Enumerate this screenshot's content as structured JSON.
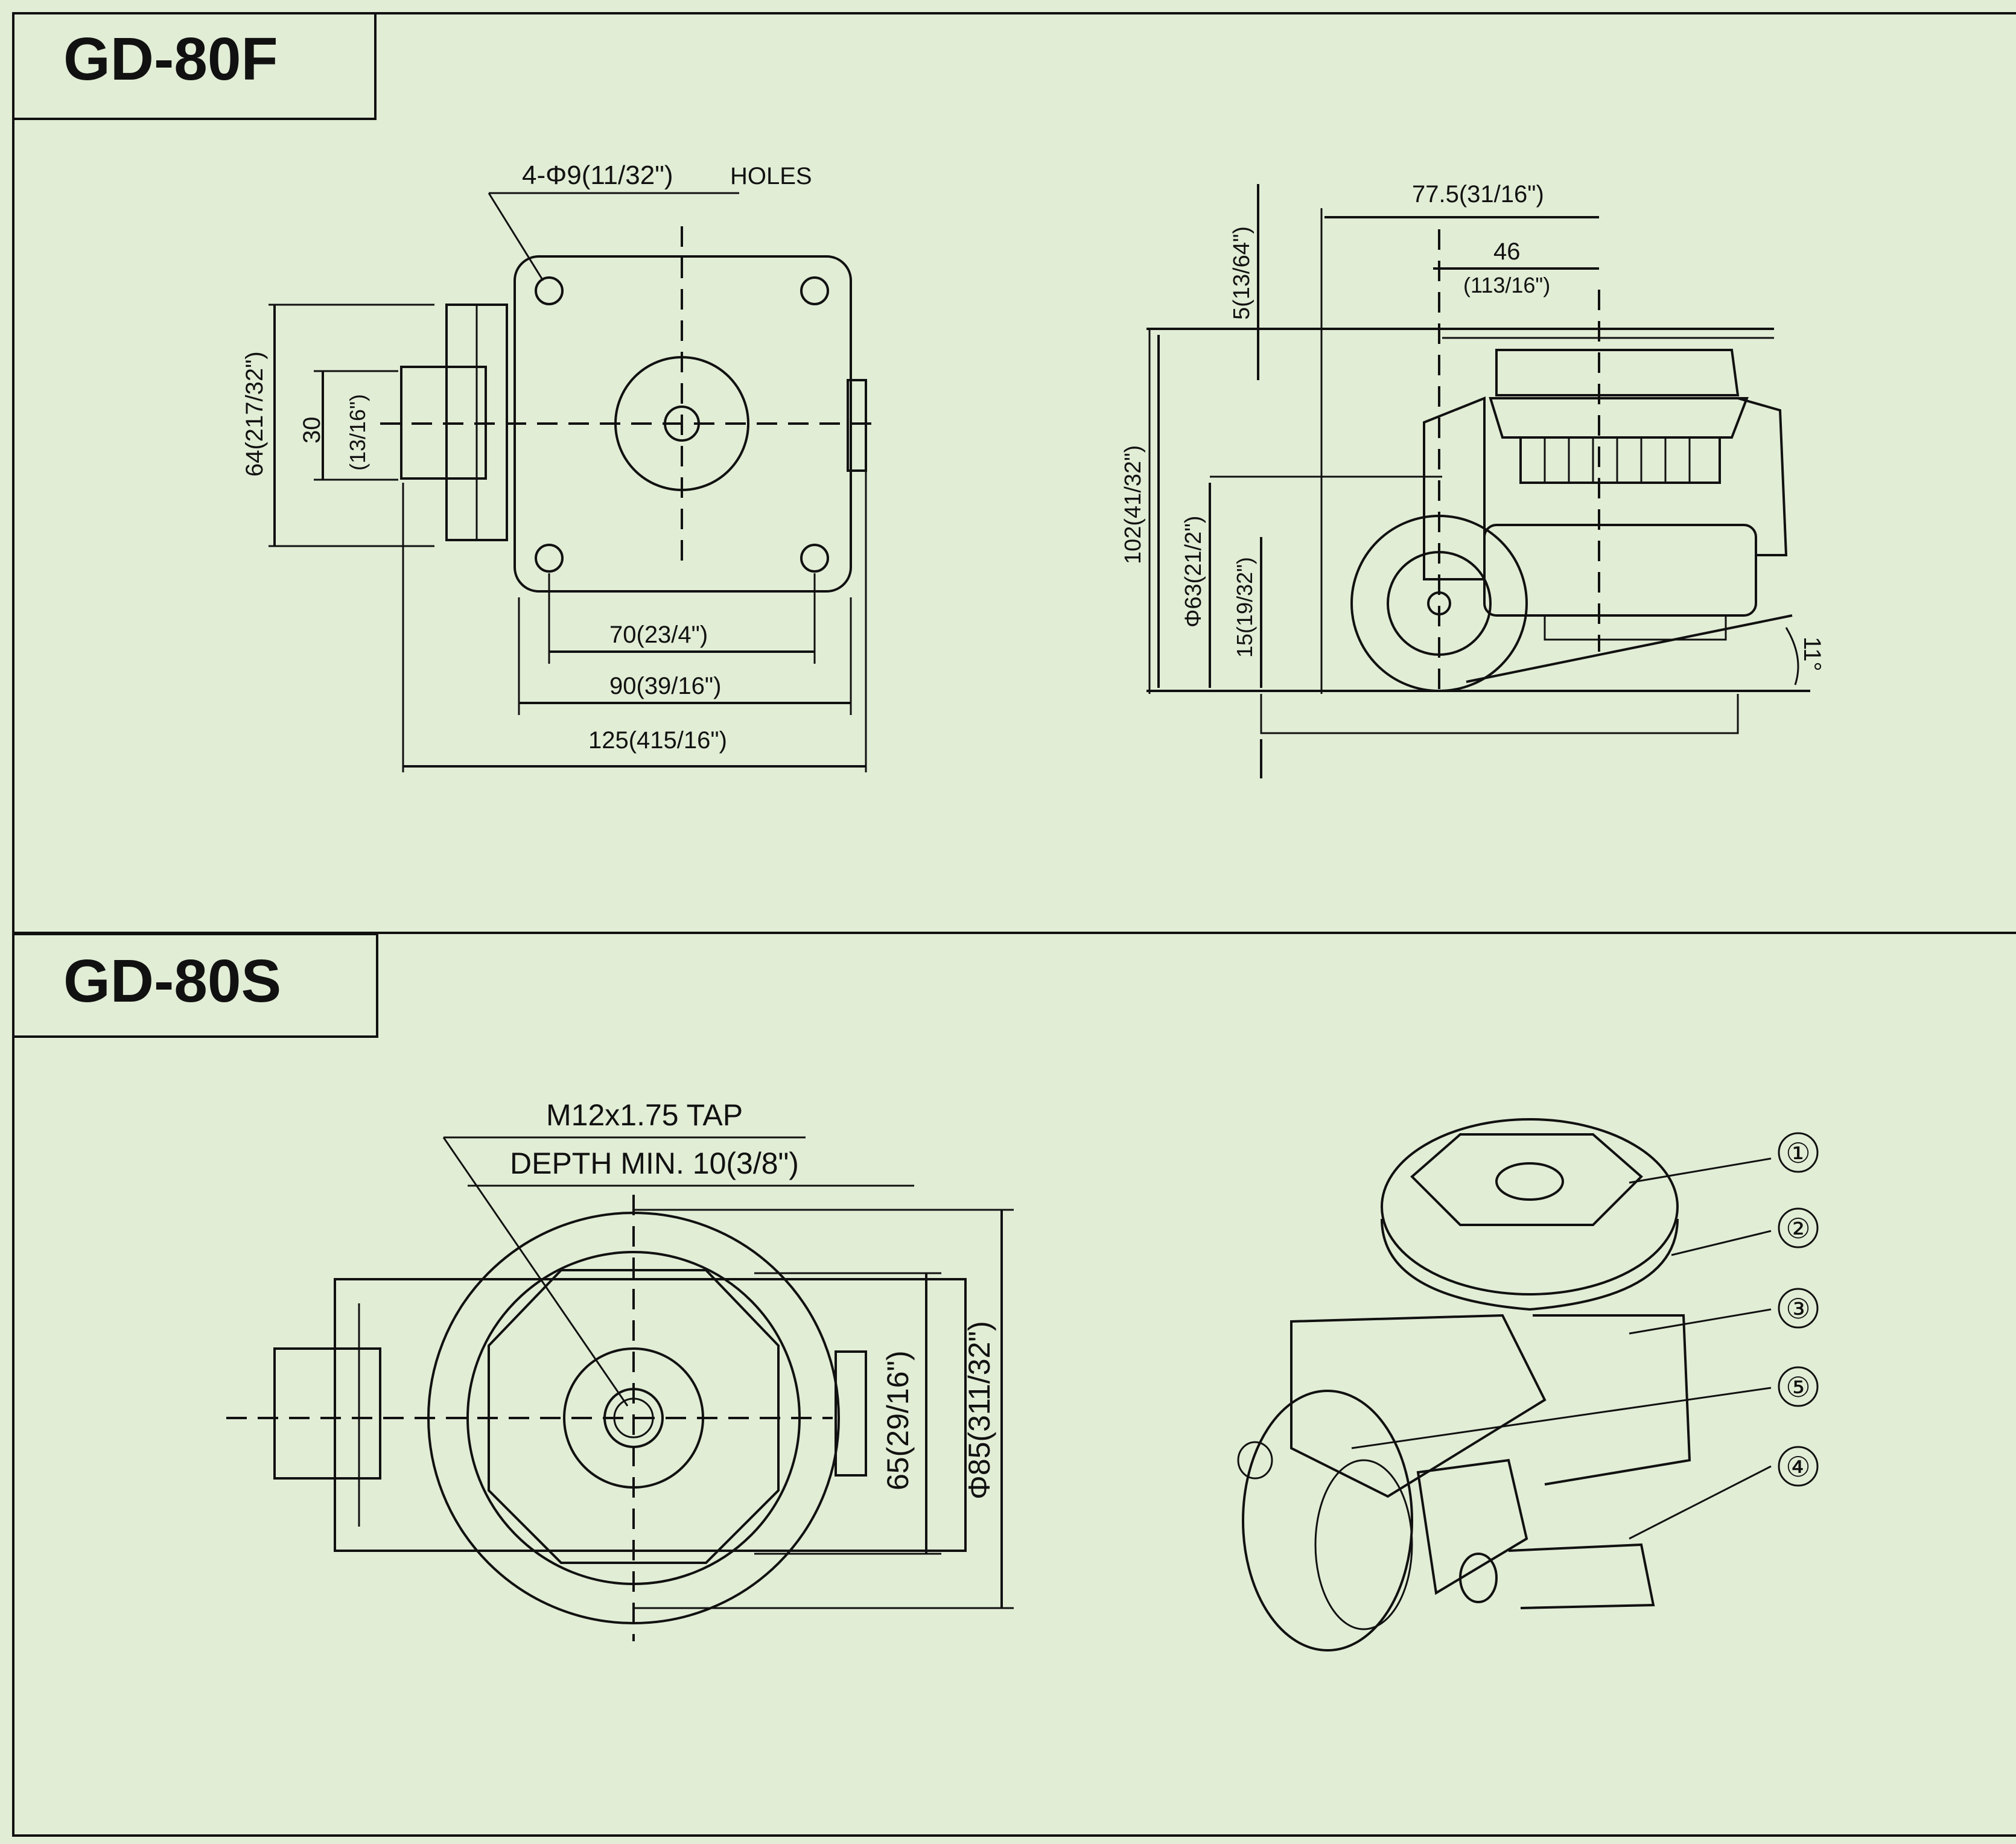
{
  "sections": [
    {
      "title": "GD-80F",
      "top_view": {
        "holes_note": "4-Φ9(11/32\")",
        "holes_word": "HOLES",
        "dim_height": "64(217/32\")",
        "dim_inner_a": "30",
        "dim_inner_b": "(13/16\")",
        "dim_70": "70(23/4\")",
        "dim_90": "90(39/16\")",
        "dim_125": "125(415/16\")"
      },
      "side_view": {
        "dim_775": "77.5(31/16\")",
        "dim_46a": "46",
        "dim_46b": "(113/16\")",
        "dim_5": "5(13/64\")",
        "dim_102": "102(41/32\")",
        "dim_63": "Φ63(21/2\")",
        "dim_15": "15(19/32\")",
        "angle": "11°"
      }
    },
    {
      "title": "GD-80S",
      "top_view": {
        "tap": "M12x1.75 TAP",
        "depth": "DEPTH  MIN.  10(3/8\")",
        "dim_65": "65(29/16\")",
        "dim_85": "Φ85(311/32\")"
      },
      "iso_view": {
        "callouts": [
          "①",
          "②",
          "③",
          "⑤",
          "④"
        ]
      }
    }
  ],
  "colors": {
    "background": "#e1edd5",
    "ink": "#111111"
  }
}
